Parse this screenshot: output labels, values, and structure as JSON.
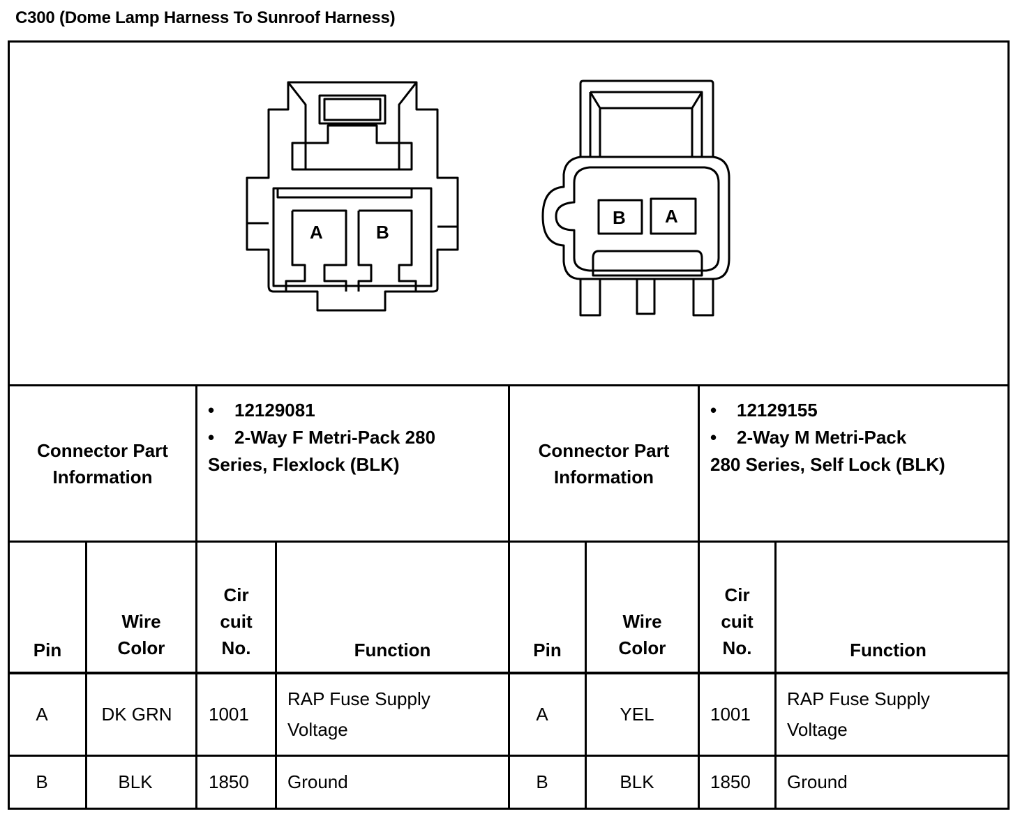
{
  "title": "C300 (Dome Lamp Harness To Sunroof Harness)",
  "connectors": [
    {
      "pin_labels": [
        "A",
        "B"
      ],
      "info_label": "Connector Part Information",
      "info_line1": "12129081",
      "info_line2": "2-Way F Metri-Pack 280",
      "info_line3": "Series, Flexlock (BLK)",
      "headers": {
        "pin": "Pin",
        "wire_color_1": "Wire",
        "wire_color_2": "Color",
        "circuit_1": "Cir",
        "circuit_2": "cuit",
        "circuit_3": "No.",
        "function": "Function"
      },
      "rows": [
        {
          "pin": "A",
          "wire_color": "DK GRN",
          "circuit": "1001",
          "function_1": "RAP Fuse Supply",
          "function_2": "Voltage"
        },
        {
          "pin": "B",
          "wire_color": "BLK",
          "circuit": "1850",
          "function_1": "Ground",
          "function_2": ""
        }
      ]
    },
    {
      "pin_labels": [
        "B",
        "A"
      ],
      "info_label": "Connector Part Information",
      "info_line1": "12129155",
      "info_line2": "2-Way M Metri-Pack",
      "info_line3": "280 Series, Self Lock (BLK)",
      "headers": {
        "pin": "Pin",
        "wire_color_1": "Wire",
        "wire_color_2": "Color",
        "circuit_1": "Cir",
        "circuit_2": "cuit",
        "circuit_3": "No.",
        "function": "Function"
      },
      "rows": [
        {
          "pin": "A",
          "wire_color": "YEL",
          "circuit": "1001",
          "function_1": "RAP Fuse Supply",
          "function_2": "Voltage"
        },
        {
          "pin": "B",
          "wire_color": "BLK",
          "circuit": "1850",
          "function_1": "Ground",
          "function_2": ""
        }
      ]
    }
  ],
  "bullet": "•"
}
